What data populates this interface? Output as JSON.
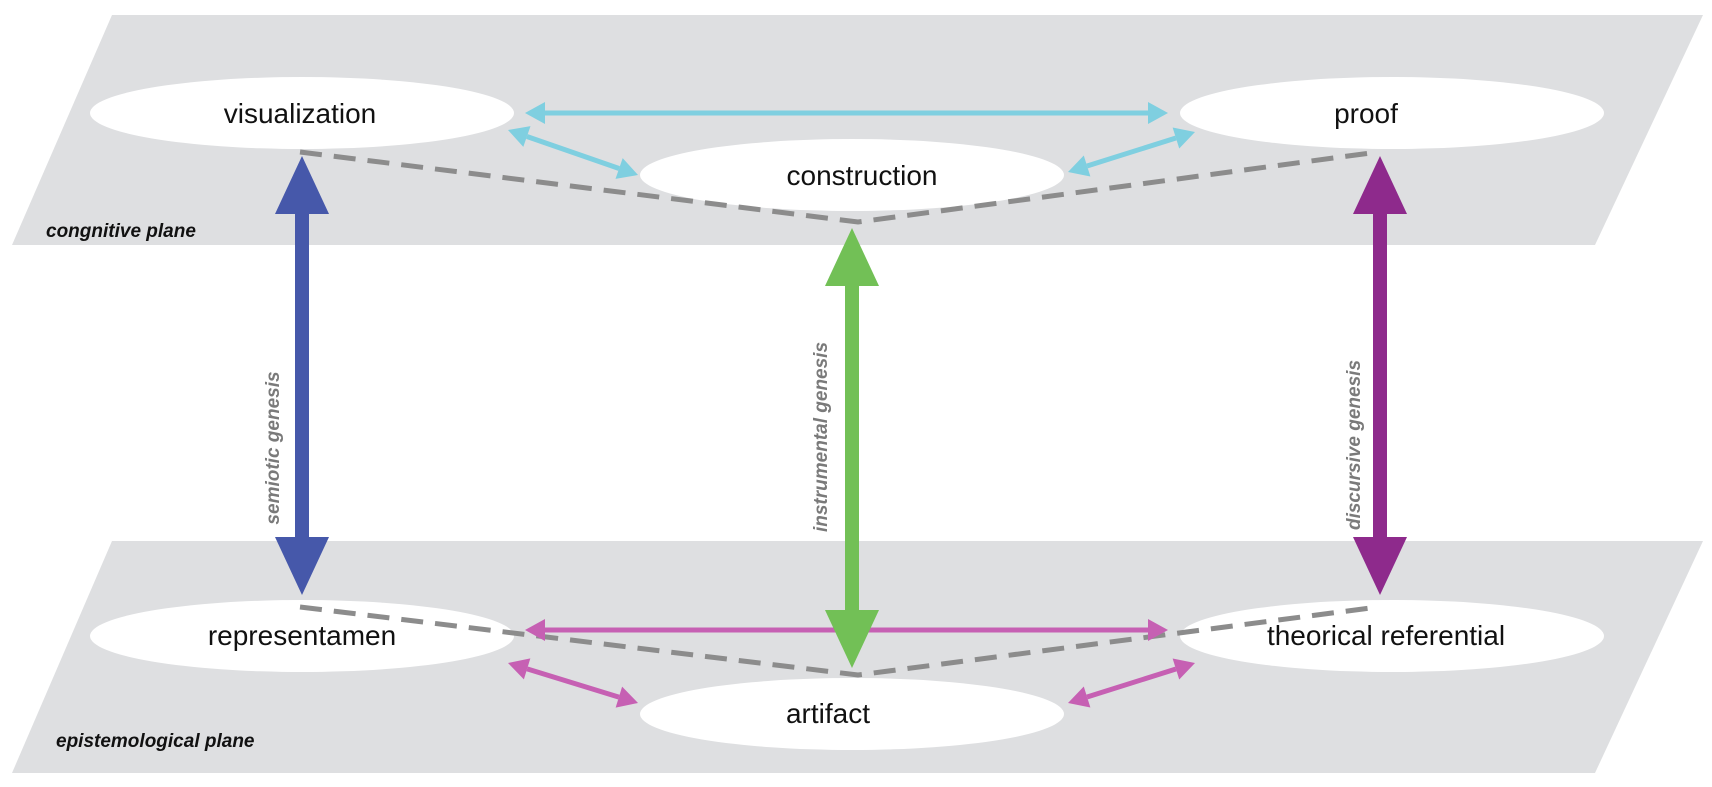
{
  "diagram": {
    "planes": {
      "cognitive": {
        "label": "congnitive plane"
      },
      "epistemological": {
        "label": "epistemological plane"
      }
    },
    "nodes": {
      "visualization": "visualization",
      "construction": "construction",
      "proof": "proof",
      "representamen": "representamen",
      "artifact": "artifact",
      "theorical_referential": "theorical referential"
    },
    "geneses": {
      "semiotic": "semiotic genesis",
      "instrumental": "instrumental genesis",
      "discursive": "discursive genesis"
    },
    "colors": {
      "plane": "#dedfe1",
      "node": "#ffffff",
      "dashed": "#8c8c8c",
      "cyan": "#7fcfe0",
      "pink": "#c660b3",
      "semiotic": "#4658aa",
      "instrumental": "#72c056",
      "discursive": "#8e2a8c"
    }
  }
}
